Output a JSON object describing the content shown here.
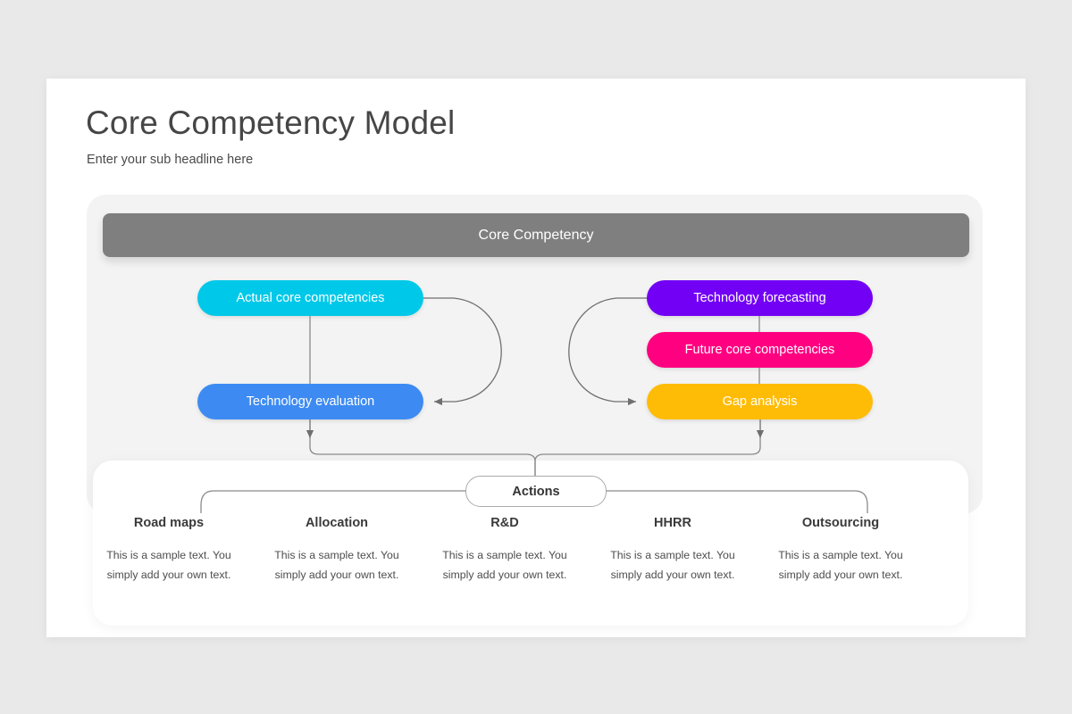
{
  "page": {
    "background_color": "#e9e9e9",
    "slide_background": "#ffffff"
  },
  "header": {
    "title": "Core Competency Model",
    "subtitle": "Enter your sub headline here"
  },
  "diagram": {
    "top_bar": {
      "label": "Core Competency",
      "color": "#7f7f7f"
    },
    "left_nodes": [
      {
        "label": "Actual core competencies",
        "color": "#00c8e8"
      },
      {
        "label": "Technology evaluation",
        "color": "#3d8bf2"
      }
    ],
    "right_nodes": [
      {
        "label": "Technology forecasting",
        "color": "#7200f5"
      },
      {
        "label": "Future core competencies",
        "color": "#ff0080"
      },
      {
        "label": "Gap analysis",
        "color": "#ffbc07"
      }
    ],
    "connector_color": "#6f6f6f"
  },
  "actions": {
    "label": "Actions",
    "columns": [
      {
        "title": "Road maps",
        "body": "This is a sample text. You simply add your own text."
      },
      {
        "title": "Allocation",
        "body": "This is a sample text. You simply add your own text."
      },
      {
        "title": "R&D",
        "body": "This is a sample text. You simply add your own text."
      },
      {
        "title": "HHRR",
        "body": "This is a sample text. You simply add your own text."
      },
      {
        "title": "Outsourcing",
        "body": "This is a sample text. You simply add your own text."
      }
    ]
  }
}
